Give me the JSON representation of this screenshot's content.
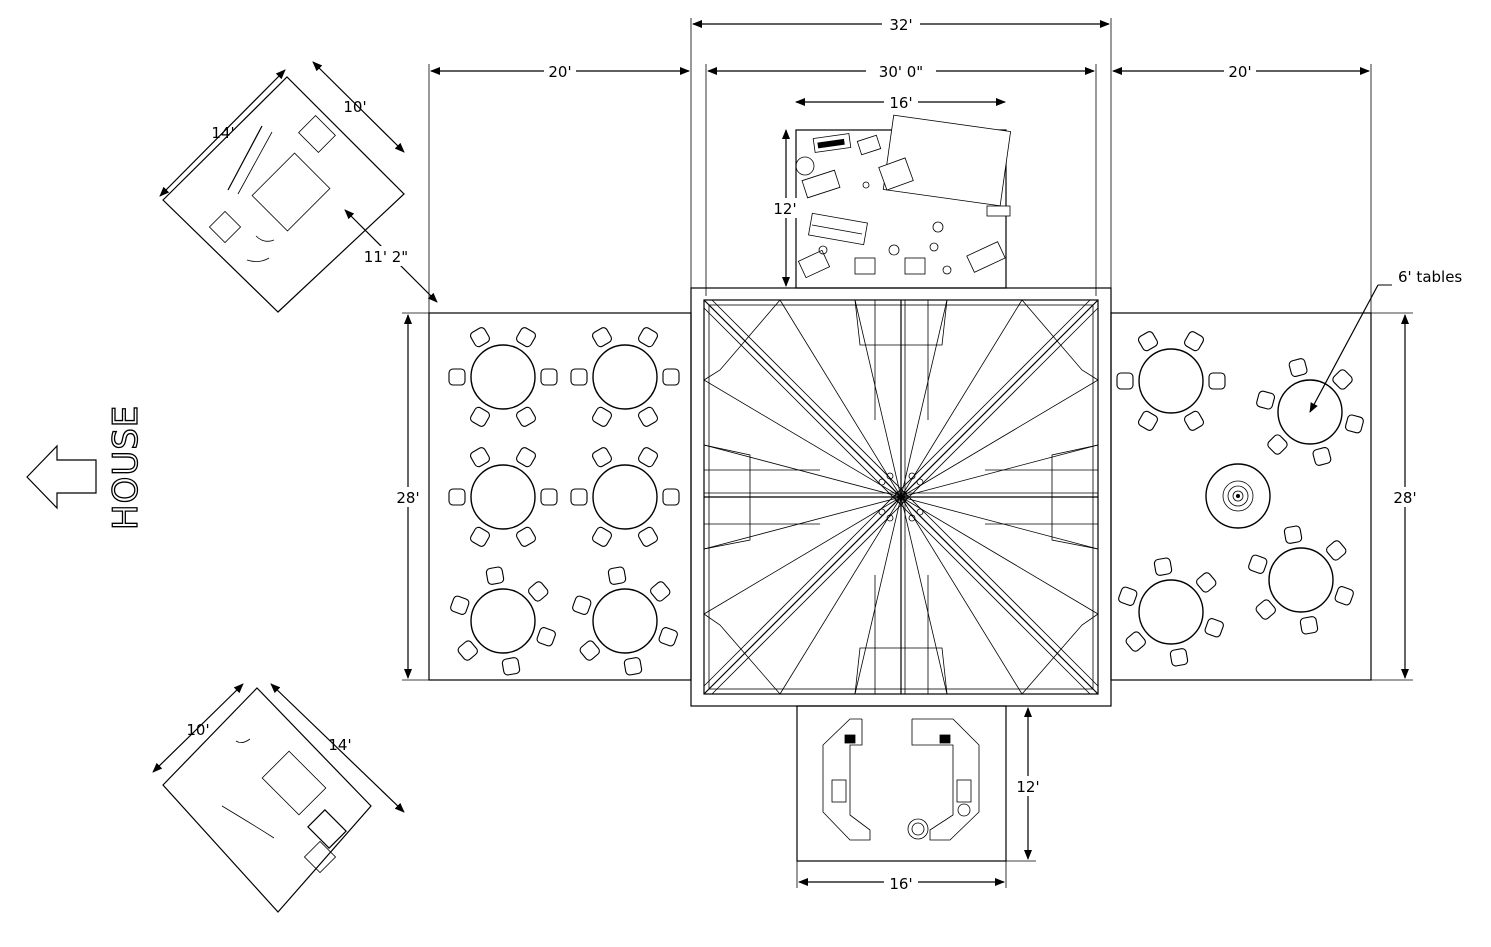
{
  "dimensions": {
    "top_overall": "32'",
    "top_inner": "30' 0\"",
    "top_left_side": "20'",
    "top_right_side": "20'",
    "stage_width": "16'",
    "stage_depth": "12'",
    "left_wing_depth": "28'",
    "right_wing_depth": "28'",
    "bottom_width": "16'",
    "bottom_depth": "12'",
    "upper_room_length": "14'",
    "upper_room_width": "10'",
    "upper_room_offset": "11' 2\"",
    "lower_room_width": "10'",
    "lower_room_length": "14'"
  },
  "annotations": {
    "tables_callout": "6' tables",
    "house_label": "HOUSE"
  }
}
